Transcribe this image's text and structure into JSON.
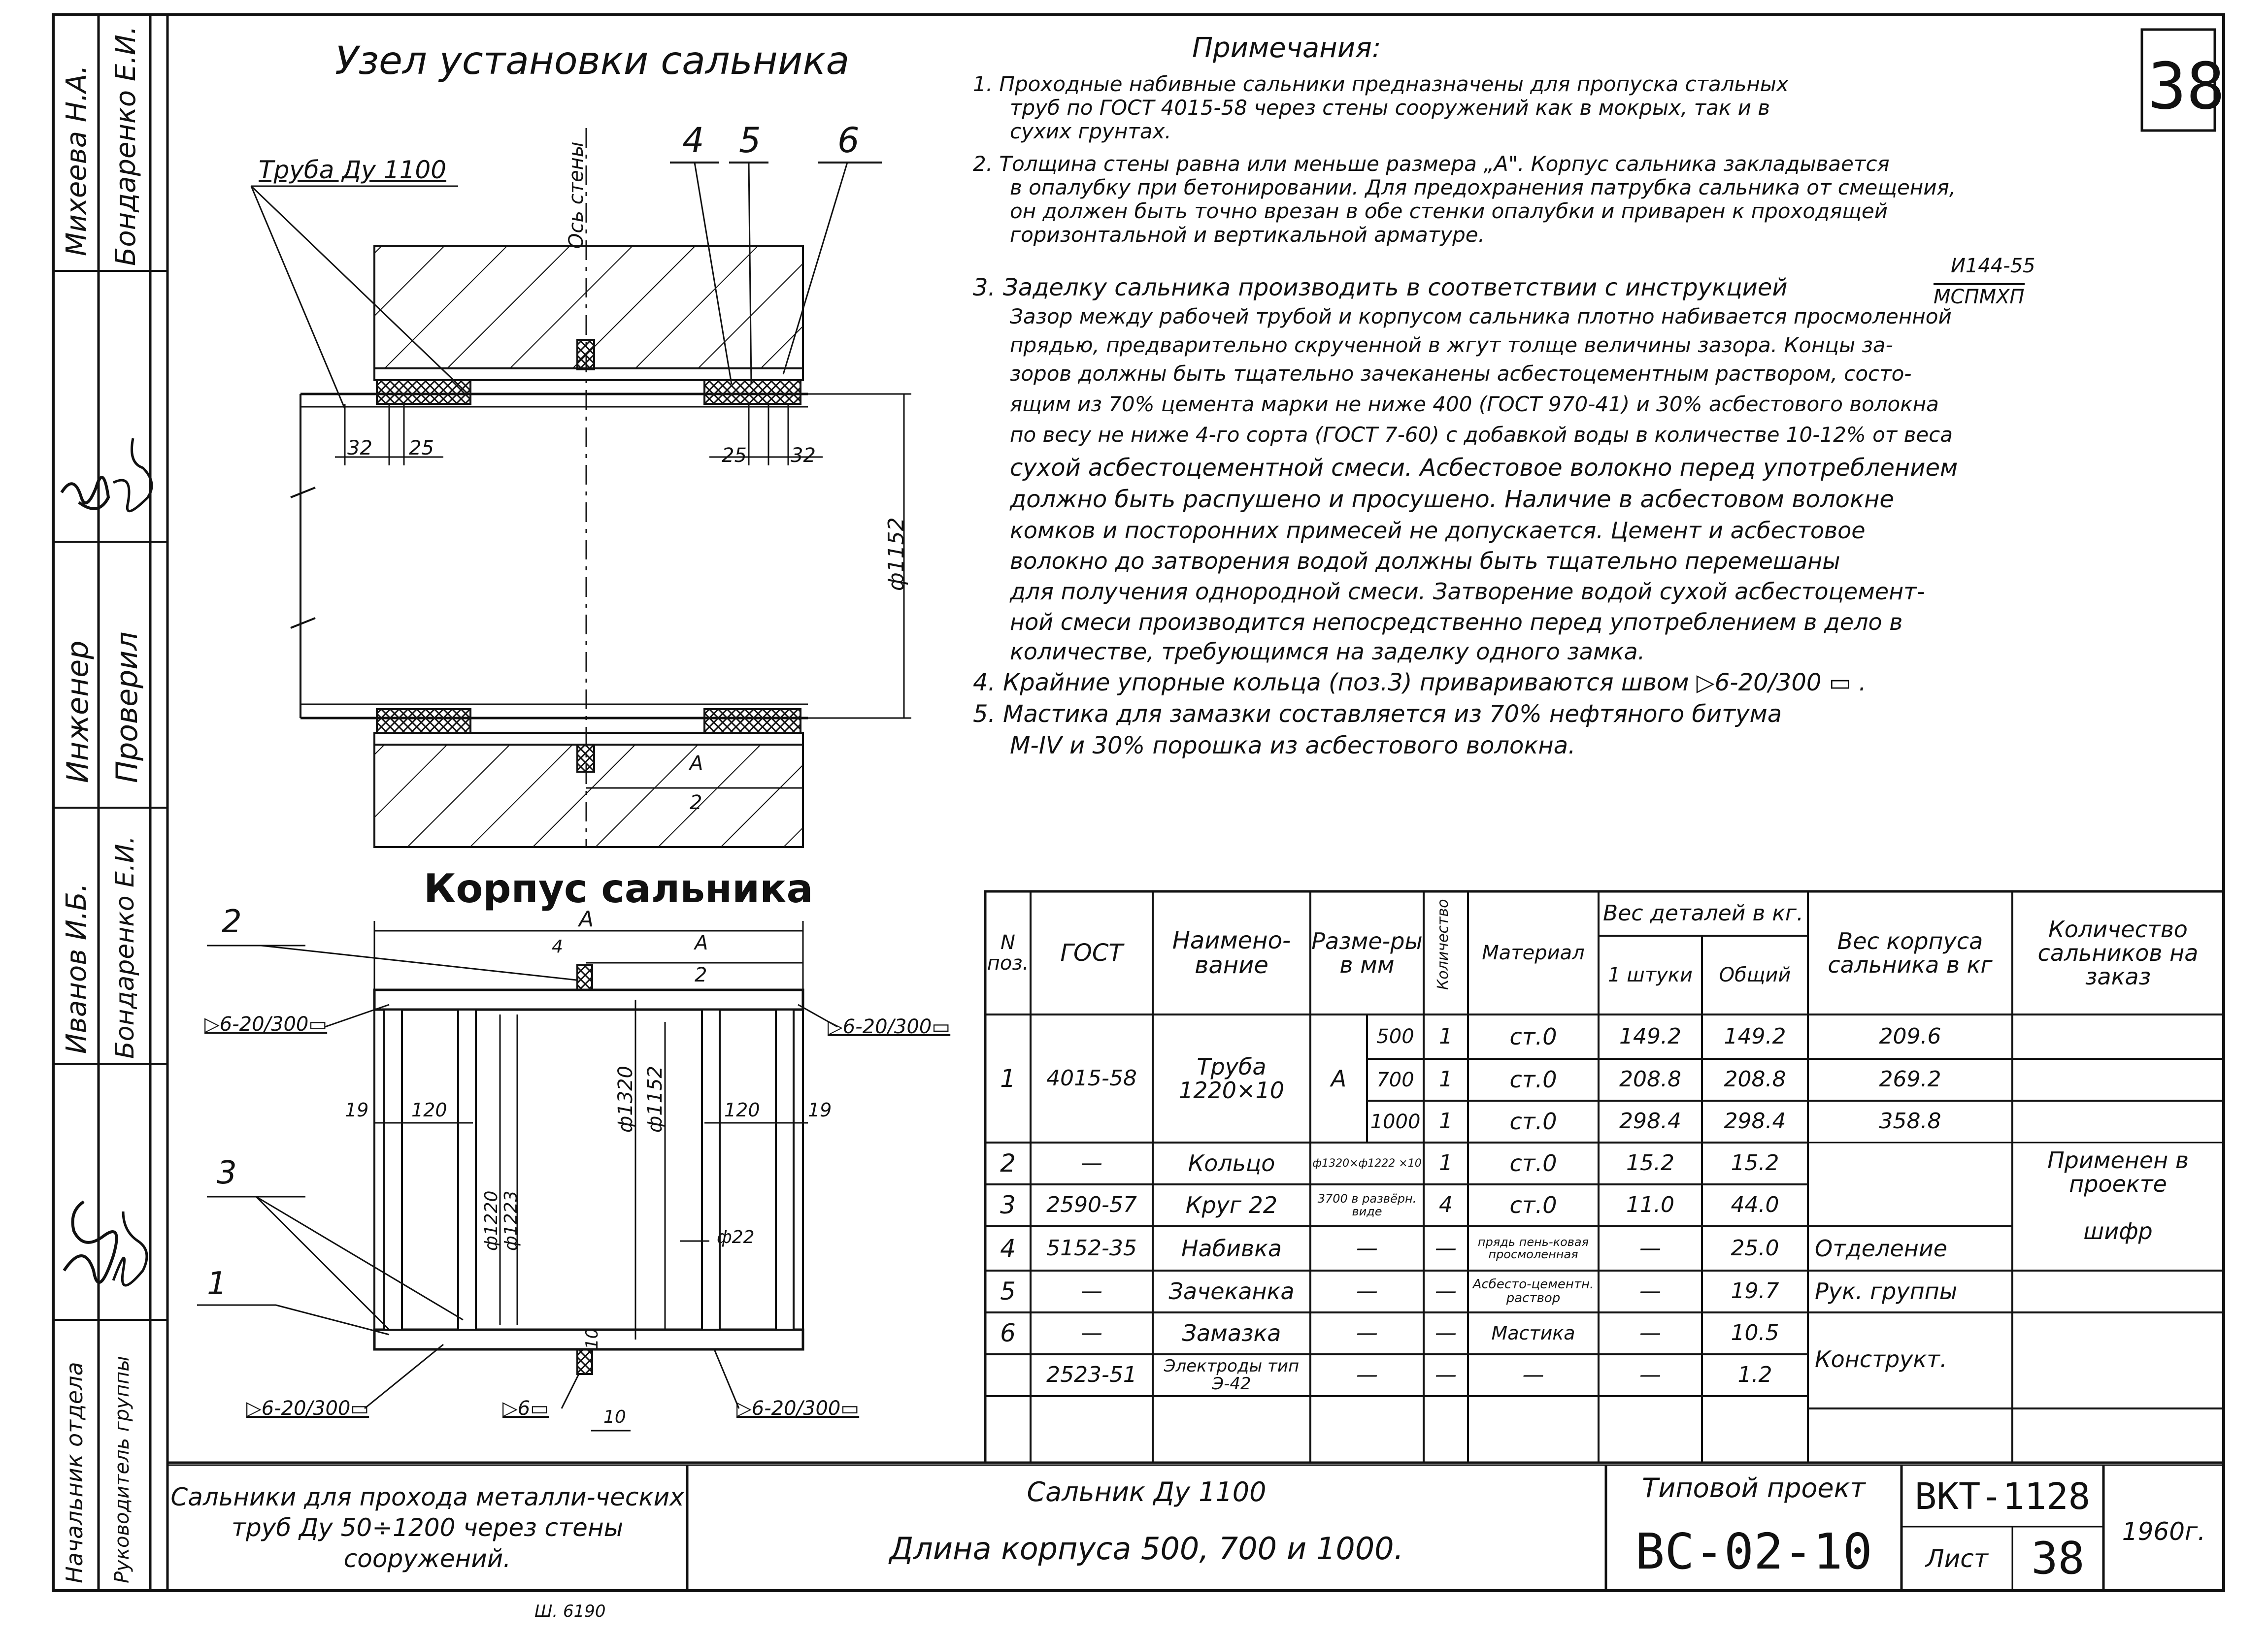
{
  "sheet_number": "38",
  "drawing": {
    "top_title": "Узел установки сальника",
    "pipe_label": "Труба Ду 1100",
    "wall_axis": "Ось стены",
    "callouts": [
      "4",
      "5",
      "6",
      "2",
      "3",
      "1"
    ],
    "dims_top": [
      "32",
      "25",
      "25",
      "32",
      "ф1152",
      "А",
      "2"
    ],
    "body_title": "Корпус сальника",
    "body_dims": [
      "А",
      "4",
      "А",
      "2",
      "19",
      "120",
      "120",
      "19",
      "ф1220",
      "ф1223",
      "ф1320",
      "ф1152",
      "ф22",
      "10",
      "10"
    ],
    "welds": [
      "▷6-20/300▭",
      "▷6-20/300▭",
      "▷6-20/300▭",
      "▷6▭",
      "▷6-20/300▭"
    ]
  },
  "notes": {
    "heading": "Примечания:",
    "lines": [
      "1. Проходные набивные сальники предназначены для пропуска стальных",
      "труб по ГОСТ 4015-58 через стены сооружений как в мокрых, так и в",
      "сухих грунтах.",
      "2. Толщина стены равна или меньше размера „А\". Корпус сальника закладывается",
      "в опалубку при бетонировании. Для предохранения патрубка сальника от смещения,",
      "он должен быть точно врезан в обе стенки опалубки и приварен к проходящей",
      "горизонтальной и вертикальной арматуре.",
      "3. Заделку сальника производить в соответствии с инструкцией",
      "Зазор между рабочей трубой и корпусом сальника плотно набивается просмоленной",
      "прядью, предварительно скрученной в жгут толще величины зазора. Концы за-",
      "зоров должны быть тщательно зачеканены асбестоцементным раствором, состо-",
      "ящим из 70% цемента марки не ниже 400 (ГОСТ 970-41) и 30% асбестового волокна",
      "по весу не ниже 4-го сорта (ГОСТ 7-60) с добавкой воды в количестве 10-12% от веса",
      "сухой асбестоцементной смеси. Асбестовое волокно перед употреблением",
      "должно быть распушено и просушено. Наличие в асбестовом волокне",
      "комков и посторонних примесей не допускается. Цемент и асбестовое",
      "волокно до затворения водой должны быть тщательно перемешаны",
      "для получения однородной смеси. Затворение водой сухой асбестоцемент-",
      "ной смеси производится непосредственно перед употреблением в дело в",
      "количестве, требующимся на заделку одного замка.",
      "4. Крайние упорные кольца (поз.3) привариваются швом ▷6-20/300 ▭ .",
      "5. Мастика для замазки составляется из 70% нефтяного битума",
      "М-IV и 30% порошка из асбестового волокна."
    ],
    "instruction_num": "И144-55",
    "instruction_den": "МСПМХП"
  },
  "table": {
    "headers": {
      "pos": "N поз.",
      "gost": "ГОСТ",
      "name": "Наимено-вание",
      "size": "Разме-ры в мм",
      "qty": "Количество",
      "material": "Материал",
      "weight": "Вес деталей в кг.",
      "each": "1 штуки",
      "total": "Общий",
      "body_weight": "Вес корпуса сальника в кг",
      "count": "Количество сальников на заказ"
    },
    "rows": [
      {
        "pos": "1",
        "gost": "4015-58",
        "name": "Труба 1220×10",
        "size": "А",
        "sub": "500",
        "qty": "1",
        "mat": "ст.0",
        "each": "149.2",
        "total": "149.2",
        "body": "209.6"
      },
      {
        "sub": "700",
        "qty": "1",
        "mat": "ст.0",
        "each": "208.8",
        "total": "208.8",
        "body": "269.2"
      },
      {
        "sub": "1000",
        "qty": "1",
        "mat": "ст.0",
        "each": "298.4",
        "total": "298.4",
        "body": "358.8"
      },
      {
        "pos": "2",
        "gost": "—",
        "name": "Кольцо",
        "size": "ф1320×ф1222 ×10",
        "qty": "1",
        "mat": "ст.0",
        "each": "15.2",
        "total": "15.2"
      },
      {
        "pos": "3",
        "gost": "2590-57",
        "name": "Круг 22",
        "size": "3700 в развёрн. виде",
        "qty": "4",
        "mat": "ст.0",
        "each": "11.0",
        "total": "44.0"
      },
      {
        "pos": "4",
        "gost": "5152-35",
        "name": "Набивка",
        "size": "—",
        "qty": "—",
        "mat": "прядь пень-ковая просмоленная",
        "each": "—",
        "total": "25.0"
      },
      {
        "pos": "5",
        "gost": "—",
        "name": "Зачеканка",
        "size": "—",
        "qty": "—",
        "mat": "Асбесто-цементн. раствор",
        "each": "—",
        "total": "19.7"
      },
      {
        "pos": "6",
        "gost": "—",
        "name": "Замазка",
        "size": "—",
        "qty": "—",
        "mat": "Мастика",
        "each": "—",
        "total": "10.5"
      },
      {
        "pos": "",
        "gost": "2523-51",
        "name": "Электроды тип Э-42",
        "size": "—",
        "qty": "—",
        "mat": "—",
        "each": "—",
        "total": "1.2"
      }
    ],
    "applied": "Применен в проекте",
    "cipher": "шифр",
    "department": "Отделение",
    "group_head": "Рук. группы",
    "designer": "Конструкт."
  },
  "title_block": {
    "left": "Сальники для прохода металли-ческих труб Ду 50÷1200 через стены сооружений.",
    "center1": "Сальник Ду 1100",
    "center2": "Длина корпуса 500, 700 и 1000.",
    "typical": "Типовой проект",
    "code": "ВС-02-10",
    "vkt": "ВКТ-1128",
    "sheet_label": "Лист",
    "sheet_no": "38",
    "year": "1960г."
  },
  "stamp": {
    "names": [
      "Михеева Н.А.",
      "Бондаренко Е.И.",
      "Инженер",
      "Проверил",
      "Иванов И.Б.",
      "Бондаренко Е.И.",
      "Начальник отдела",
      "Руководитель группы"
    ],
    "bottom_mark": "Ш. 6190"
  }
}
